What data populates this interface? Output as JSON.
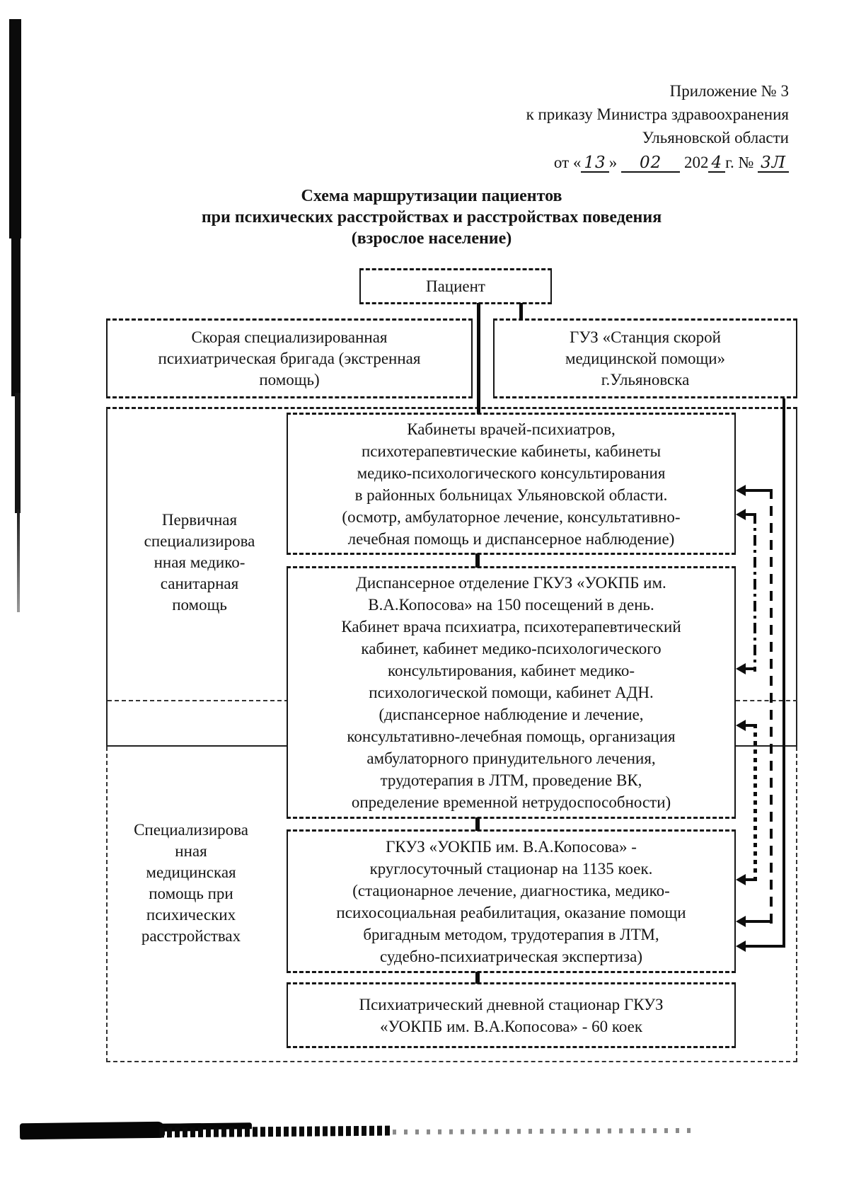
{
  "header": {
    "lines": [
      "Приложение № 3",
      "к приказу Министра здравоохранения",
      "Ульяновской области"
    ],
    "date": {
      "prefix": "от «",
      "day": "13",
      "close": "»",
      "month": "02",
      "year": "202",
      "year_last": "4",
      "g": "г. №",
      "number": "3Л"
    }
  },
  "title": {
    "lines": [
      "Схема маршрутизации пациентов",
      "при психических расстройствах и расстройствах поведения",
      "(взрослое население)"
    ]
  },
  "flowchart": {
    "patient": {
      "label": "Пациент"
    },
    "ambulance": {
      "lines": [
        "Скорая специализированная",
        "психиатрическая бригада (экстренная",
        "помощь)"
      ]
    },
    "ssmp": {
      "lines": [
        "ГУЗ «Станция скорой",
        "медицинской помощи»",
        "г.Ульяновска"
      ]
    },
    "primary_label": {
      "lines": [
        "Первичная",
        "специализирова",
        "нная медико-",
        "санитарная",
        "помощь"
      ]
    },
    "specialized_label": {
      "lines": [
        "Специализирова",
        "нная",
        "медицинская",
        "помощь при",
        "психических",
        "расстройствах"
      ]
    },
    "cabinets": {
      "lines": [
        "Кабинеты врачей-психиатров,",
        "психотерапевтические кабинеты, кабинеты",
        "медико-психологического консультирования",
        "в районных больницах Ульяновской области.",
        "(осмотр, амбулаторное лечение, консультативно-",
        "лечебная помощь и диспансерное наблюдение)"
      ]
    },
    "dispensary": {
      "lines": [
        "Диспансерное отделение ГКУЗ «УОКПБ им.",
        "В.А.Копосова» на 150 посещений в день.",
        "Кабинет врача психиатра, психотерапевтический",
        "кабинет, кабинет медико-психологического",
        "консультирования, кабинет медико-",
        "психологической помощи, кабинет АДН.",
        "(диспансерное наблюдение и лечение,",
        "консультативно-лечебная помощь, организация",
        "амбулаторного принудительного лечения,",
        "трудотерапия в ЛТМ, проведение ВК,",
        "определение временной нетрудоспособности)"
      ]
    },
    "hospital": {
      "lines": [
        "ГКУЗ «УОКПБ им. В.А.Копосова» -",
        "круглосуточный стационар на 1135 коек.",
        "(стационарное лечение, диагностика, медико-",
        "психосоциальная реабилитация, оказание помощи",
        "бригадным методом, трудотерапия в ЛТМ,",
        "судебно-психиатрическая экспертиза)"
      ]
    },
    "day_hospital": {
      "lines": [
        "Психиатрический дневной стационар ГКУЗ",
        "«УОКПБ им. В.А.Копосова» - 60 коек"
      ]
    },
    "connectors": [
      {
        "from": "Пациент",
        "to": "Кабинеты врачей-психиатров в районных больницах",
        "style": "solid"
      },
      {
        "from": "Пациент",
        "to": "ГУЗ «Станция скорой медицинской помощи» г.Ульяновска",
        "style": "solid"
      },
      {
        "from": "Кабинеты врачей-психиатров в районных больницах",
        "to": "Диспансерное отделение ГКУЗ «УОКПБ им. В.А.Копосова»",
        "style": "solid"
      },
      {
        "from": "Диспансерное отделение ГКУЗ «УОКПБ им. В.А.Копосова»",
        "to": "ГКУЗ «УОКПБ им. В.А.Копосова» круглосуточный стационар",
        "style": "solid"
      },
      {
        "from": "ГКУЗ «УОКПБ им. В.А.Копосова» круглосуточный стационар",
        "to": "Психиатрический дневной стационар",
        "style": "solid"
      },
      {
        "from": "ГУЗ «Станция скорой медицинской помощи» г.Ульяновска",
        "to": "ГКУЗ «УОКПБ им. В.А.Копосова» круглосуточный стационар",
        "style": "solid",
        "arrows": "one"
      },
      {
        "between": [
          "Кабинеты врачей-психиатров в районных больницах",
          "ГКУЗ «УОКПБ им. В.А.Копосова» круглосуточный стационар"
        ],
        "style": "dashed",
        "arrows": "both"
      },
      {
        "between": [
          "Кабинеты врачей-психиатров в районных больницах",
          "Диспансерное отделение ГКУЗ «УОКПБ им. В.А.Копосова»"
        ],
        "style": "dash-dot",
        "arrows": "both"
      },
      {
        "between": [
          "Диспансерное отделение ГКУЗ «УОКПБ им. В.А.Копосова»",
          "ГКУЗ «УОКПБ им. В.А.Копосова» круглосуточный стационар"
        ],
        "style": "dotted",
        "arrows": "both"
      }
    ]
  },
  "ink_color": "#0d0d0d",
  "paper_color": "#ffffff"
}
